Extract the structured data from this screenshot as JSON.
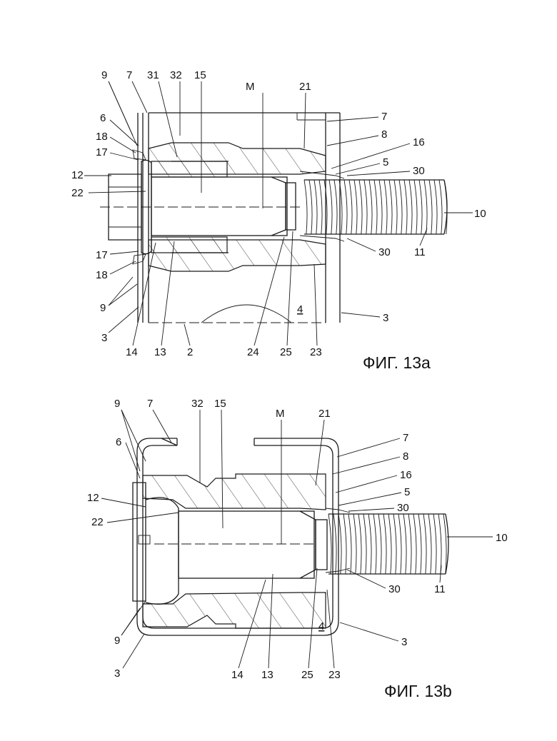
{
  "figure_a": {
    "caption": "ФИГ. 13a",
    "labels": {
      "n9_top": "9",
      "n7_left": "7",
      "n31": "31",
      "n32": "32",
      "n15": "15",
      "nM": "M",
      "n21": "21",
      "n7_right": "7",
      "n6": "6",
      "n8": "8",
      "n18_top": "18",
      "n16": "16",
      "n17_top": "17",
      "n5": "5",
      "n30_top": "30",
      "n12": "12",
      "n22": "22",
      "n10": "10",
      "n17_bot": "17",
      "n30_bot": "30",
      "n11": "11",
      "n18_bot": "18",
      "n9_bot": "9",
      "n4": "4",
      "n3_right": "3",
      "n3_left": "3",
      "n14": "14",
      "n13": "13",
      "n2": "2",
      "n24": "24",
      "n25": "25",
      "n23": "23"
    }
  },
  "figure_b": {
    "caption": "ФИГ. 13b",
    "labels": {
      "n9_top": "9",
      "n7_left": "7",
      "n32": "32",
      "n15": "15",
      "nM": "M",
      "n21": "21",
      "n6": "6",
      "n7_right": "7",
      "n8": "8",
      "n16": "16",
      "n12": "12",
      "n5": "5",
      "n30_top": "30",
      "n22": "22",
      "n10": "10",
      "n30_bot": "30",
      "n11": "11",
      "n4": "4",
      "n9_bot": "9",
      "n3_right": "3",
      "n3_left": "3",
      "n14": "14",
      "n13": "13",
      "n25": "25",
      "n23": "23"
    }
  }
}
